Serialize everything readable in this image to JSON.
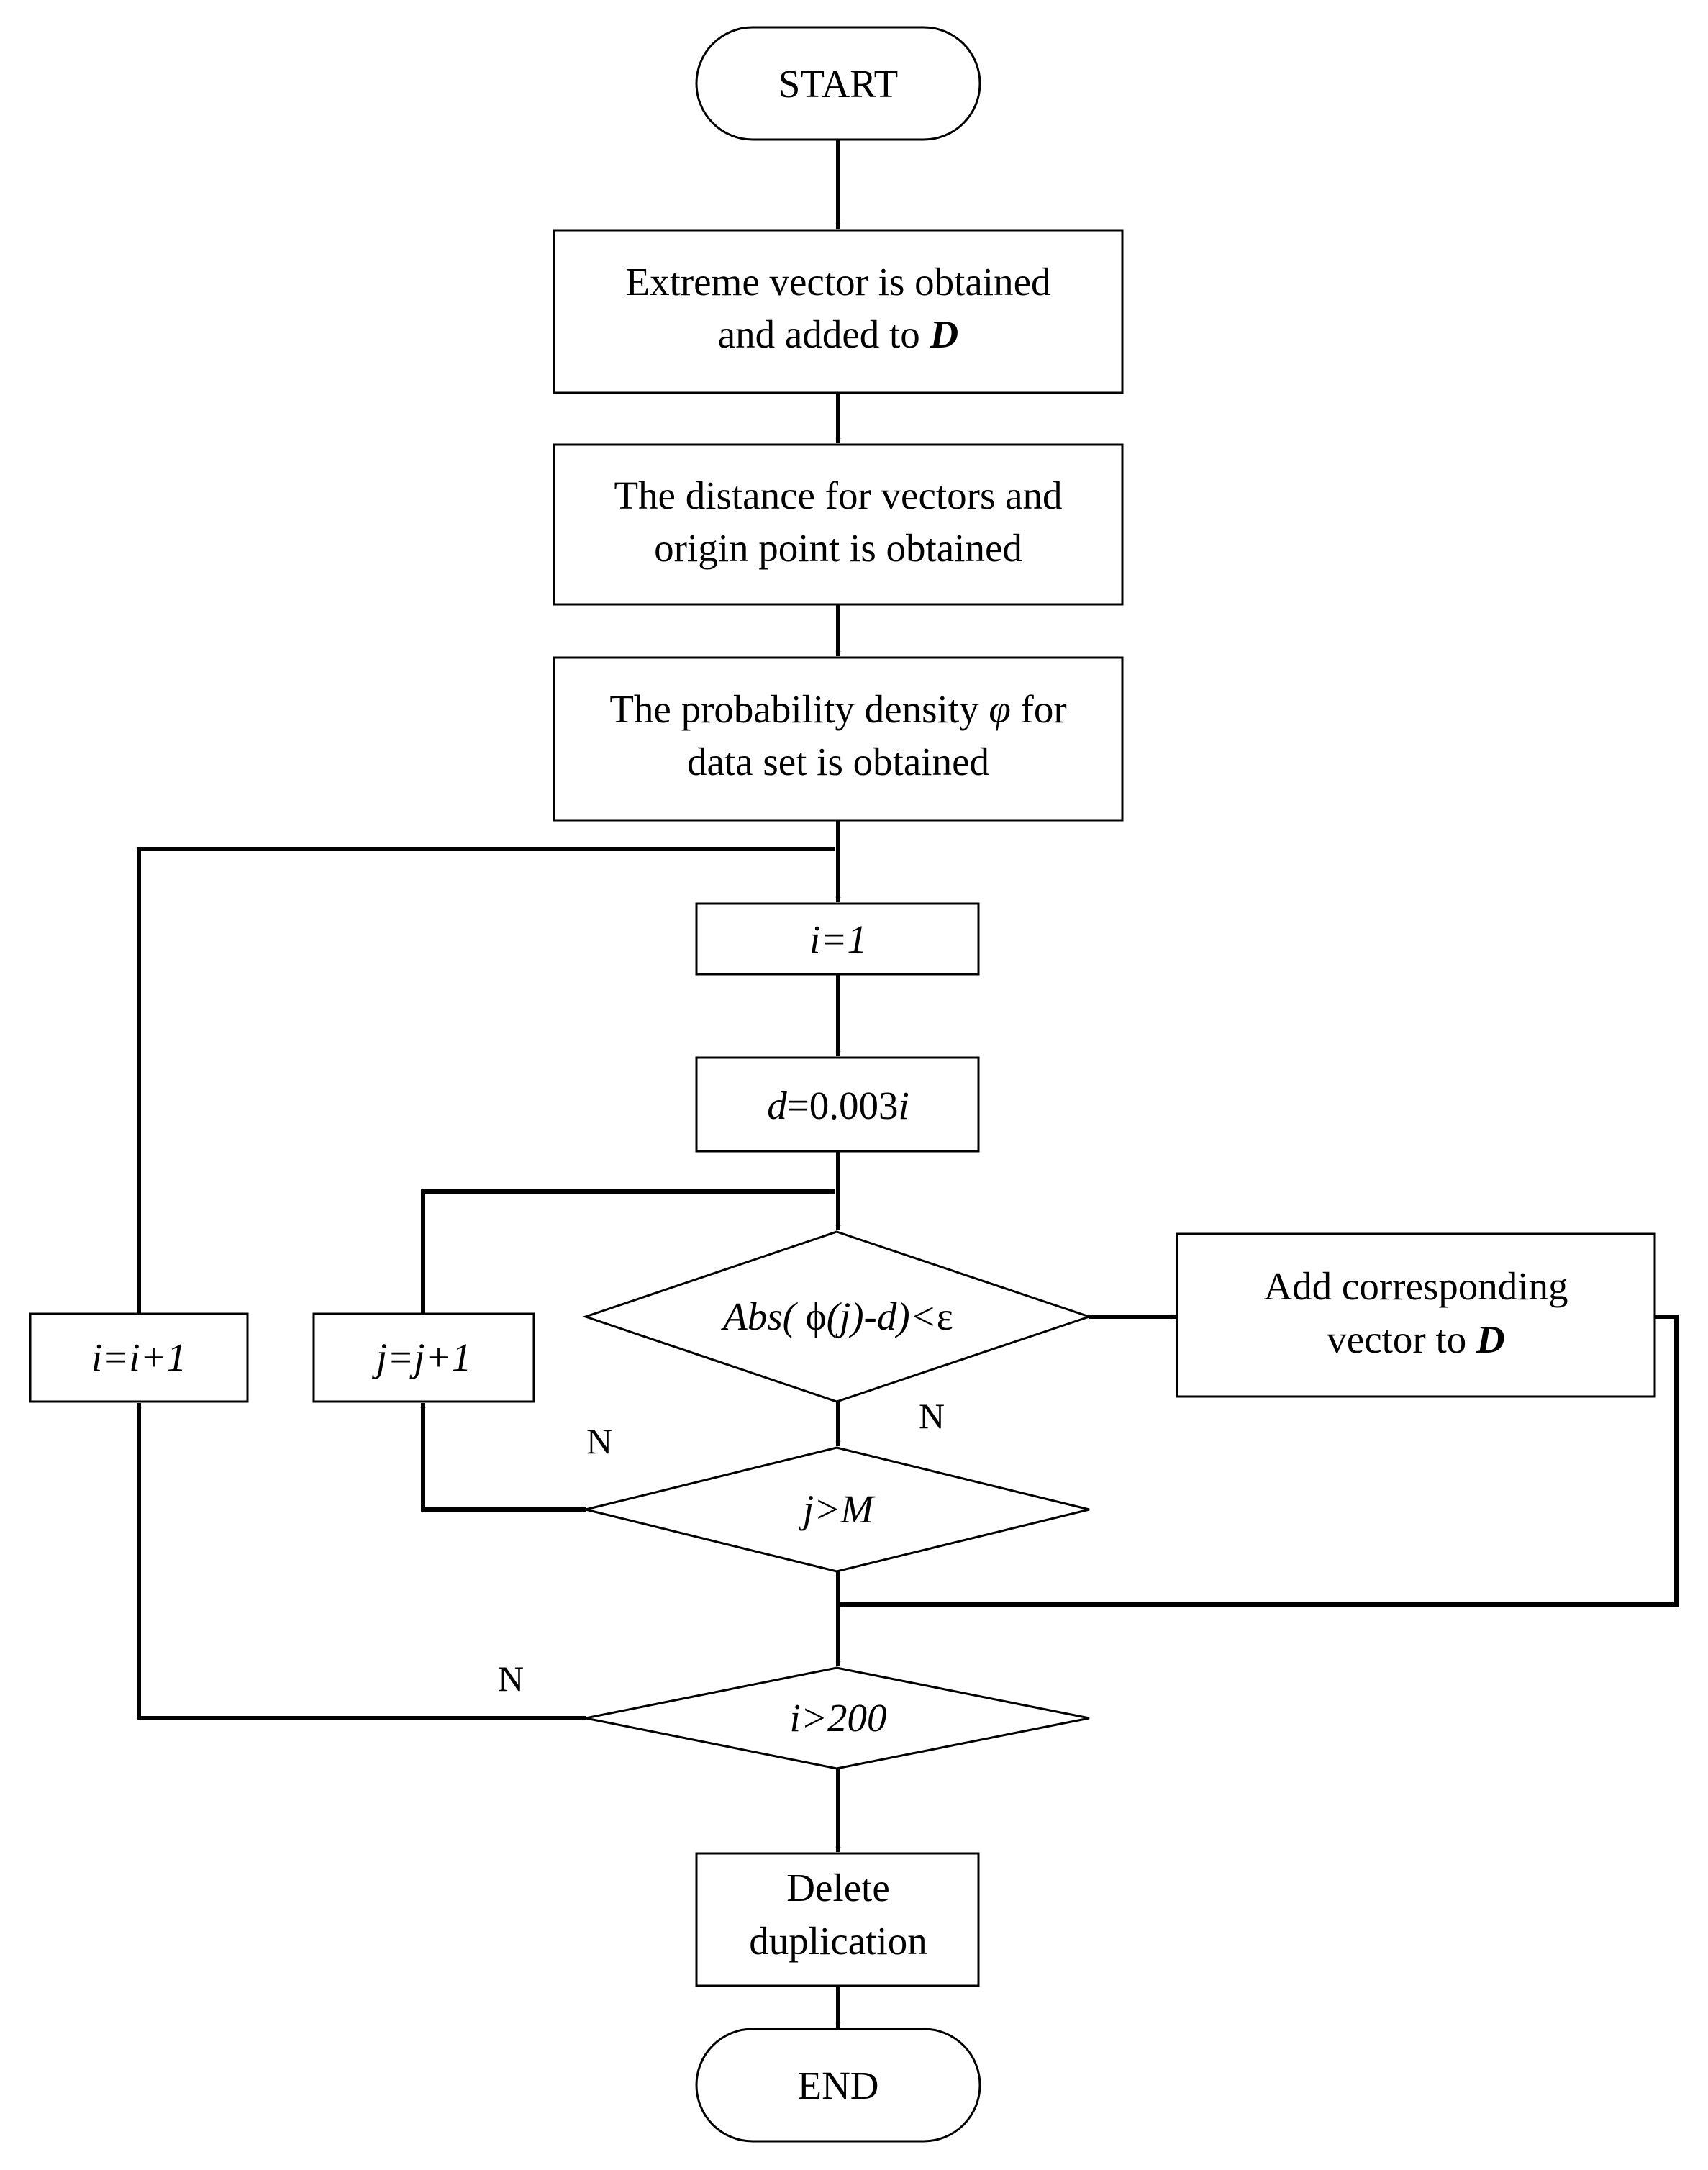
{
  "nodes": {
    "start": "START",
    "extreme_1": "Extreme vector is obtained",
    "extreme_2": "and added to ",
    "extreme_D": "D",
    "distance_1": "The distance for vectors and",
    "distance_2": "origin point is obtained",
    "density_1": "The probability density ",
    "density_phi": "φ",
    "density_2": " for",
    "density_3": "data set is obtained",
    "i_init": "i=1",
    "d_var": "d",
    "d_eq": "=0.003",
    "d_i": "i",
    "cond_abs_1": "Abs( ",
    "cond_abs_phi": "ϕ",
    "cond_abs_2": "(j)-d)<",
    "cond_abs_eps": "ε",
    "add_1": "Add corresponding",
    "add_2": "vector to ",
    "add_D": "D",
    "j_inc": "j=j+1",
    "i_inc": "i=i+1",
    "cond_j": "j>M",
    "cond_i": "i>200",
    "delete_1": "Delete",
    "delete_2": "duplication",
    "end": "END"
  },
  "edge_labels": {
    "abs_no": "N",
    "j_no": "N",
    "i_no": "N"
  }
}
